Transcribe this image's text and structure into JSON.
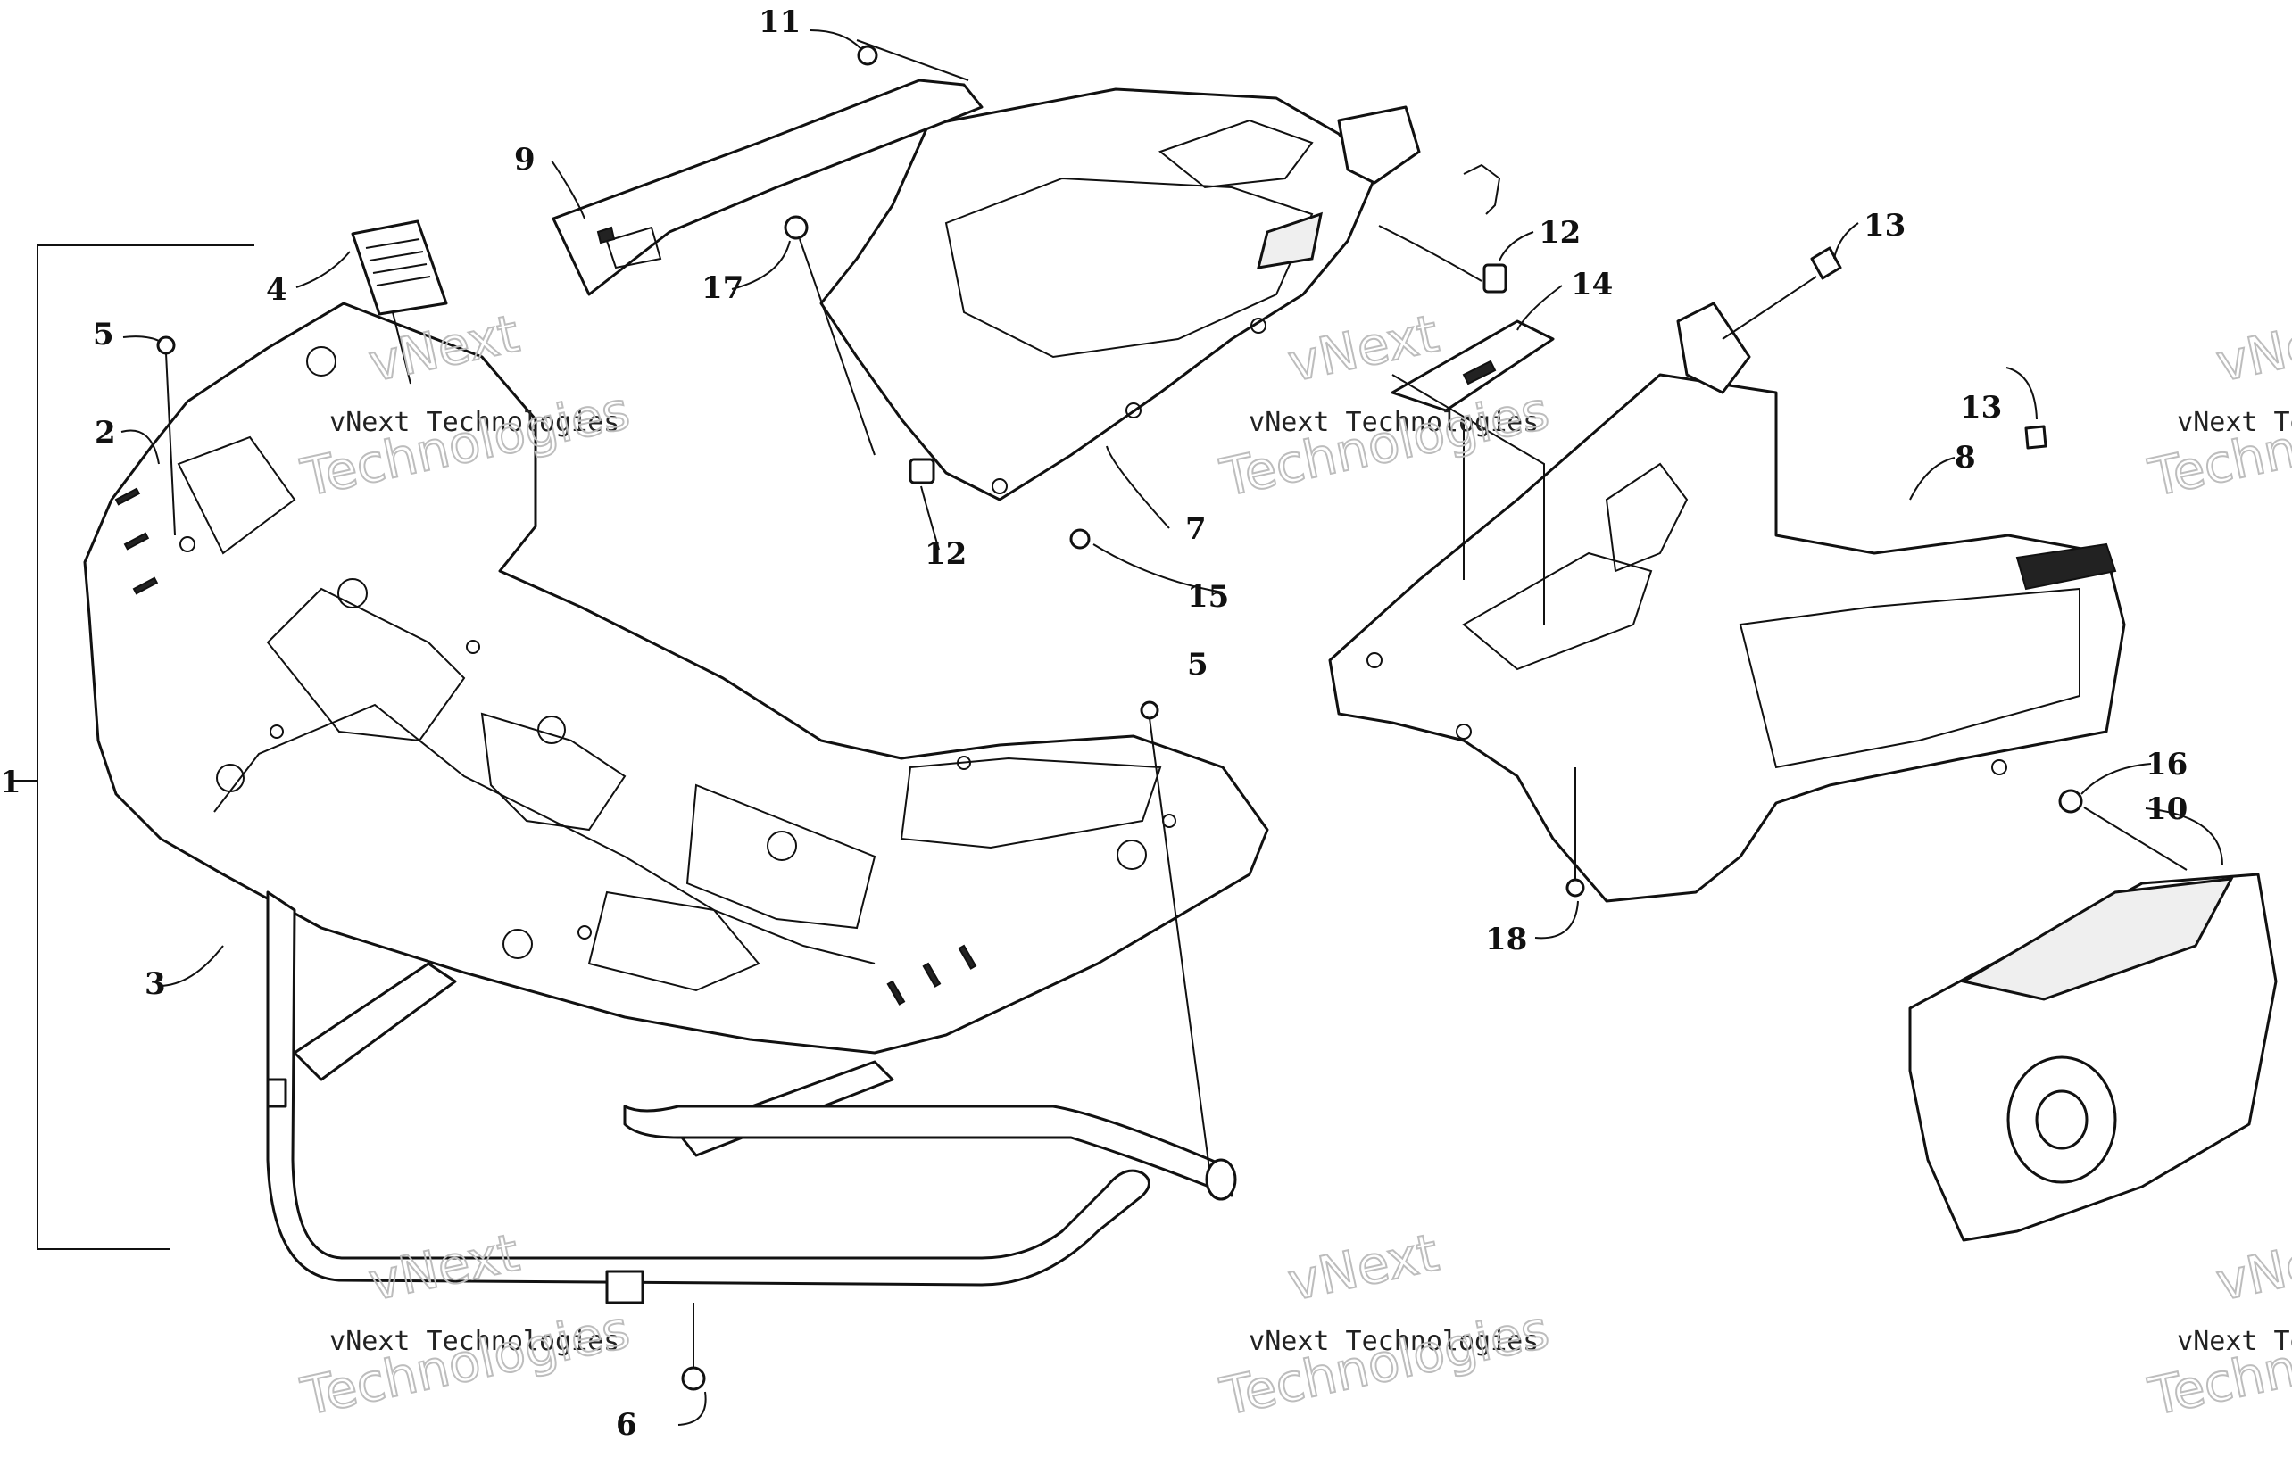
{
  "callouts": {
    "c1": "1",
    "c2": "2",
    "c3": "3",
    "c4": "4",
    "c5a": "5",
    "c5b": "5",
    "c6": "6",
    "c7": "7",
    "c8": "8",
    "c9": "9",
    "c10": "10",
    "c11": "11",
    "c12a": "12",
    "c12b": "12",
    "c13a": "13",
    "c13b": "13",
    "c14": "14",
    "c15": "15",
    "c16": "16",
    "c17": "17",
    "c18": "18"
  },
  "watermark": {
    "line1": "vNext",
    "line2": "vNext Technologies",
    "line3": "Technologies"
  },
  "colors": {
    "line": "#111111",
    "background": "#ffffff",
    "watermark_outline": "#bdbdbd"
  }
}
